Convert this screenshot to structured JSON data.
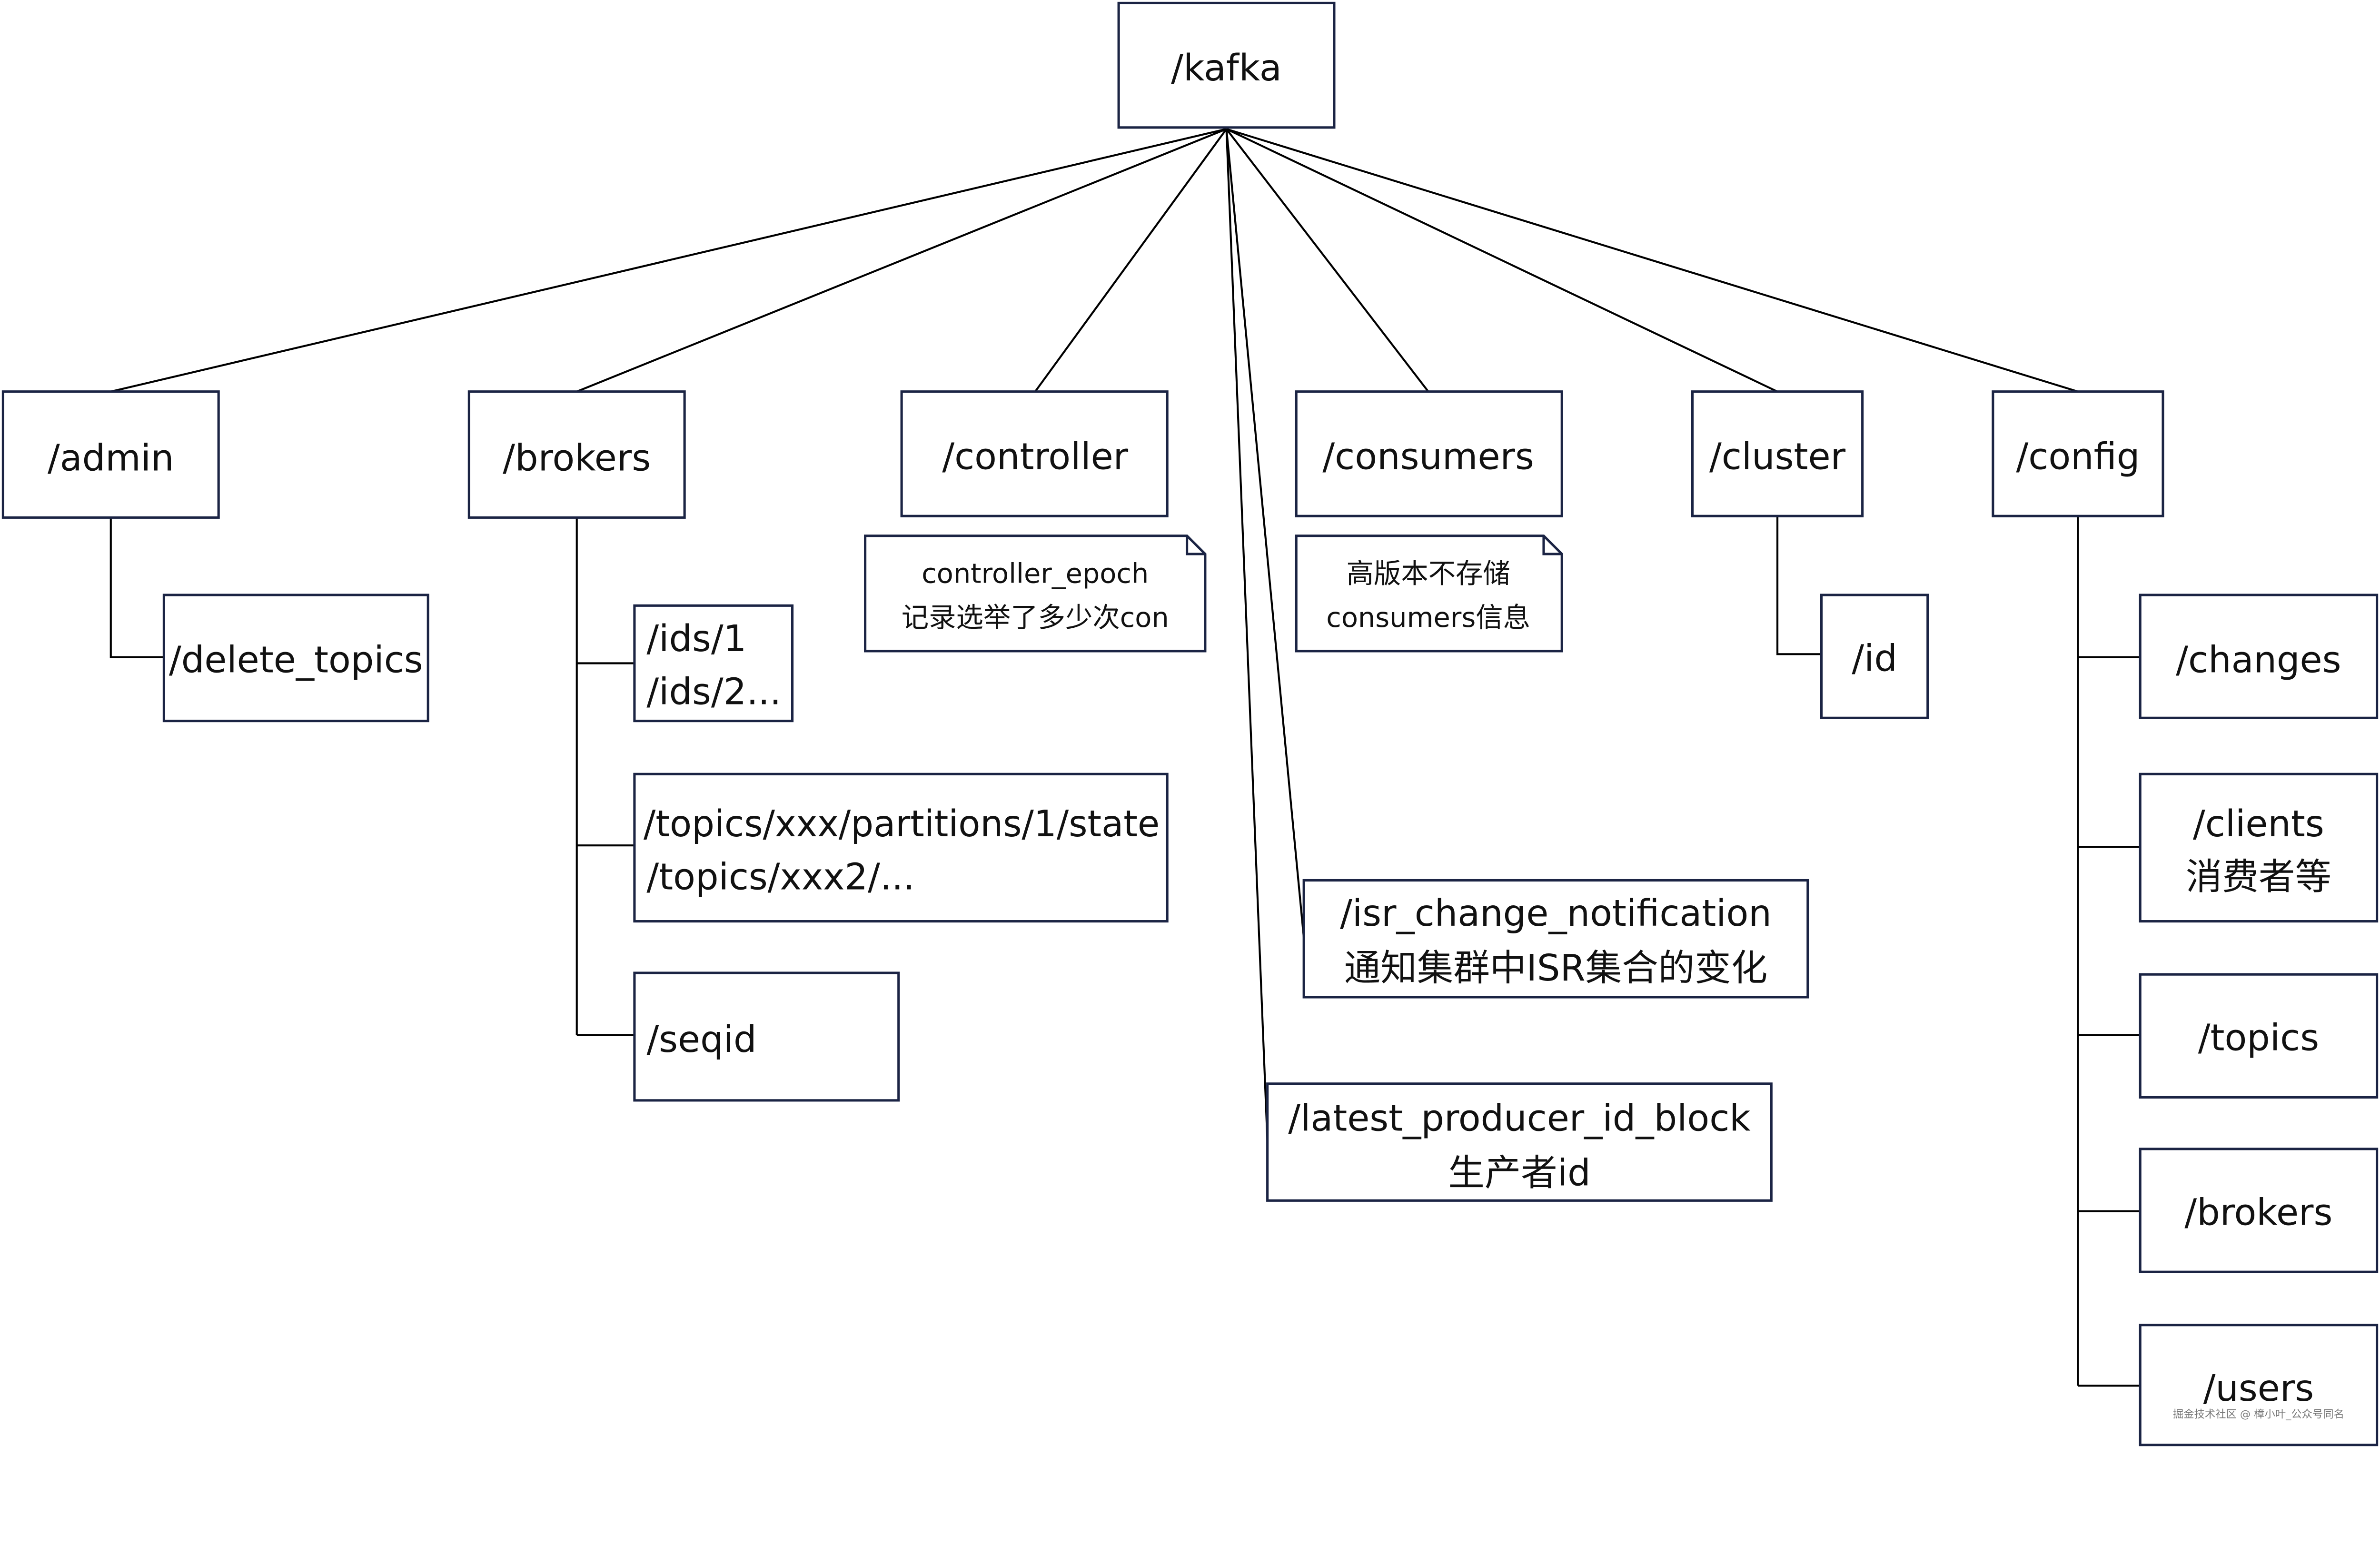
{
  "root": {
    "label": "/kafka"
  },
  "children": {
    "admin": {
      "label": "/admin",
      "children": [
        "/delete_topics"
      ]
    },
    "brokers": {
      "label": "/brokers",
      "children": [
        [
          "/ids/1",
          "/ids/2..."
        ],
        [
          "/topics/xxx/partitions/1/state",
          "/topics/xxx2/..."
        ],
        [
          "/seqid"
        ]
      ]
    },
    "controller": {
      "label": "/controller",
      "note": [
        "controller_epoch",
        "记录选举了多少次con"
      ]
    },
    "consumers": {
      "label": "/consumers",
      "note": [
        "高版本不存储",
        "consumers信息"
      ]
    },
    "isr": {
      "label": [
        "/isr_change_notification",
        "通知集群中ISR集合的变化"
      ]
    },
    "latest": {
      "label": [
        "/latest_producer_id_block",
        "生产者id"
      ]
    },
    "cluster": {
      "label": "/cluster",
      "children": [
        "/id"
      ]
    },
    "config": {
      "label": "/config",
      "children": [
        [
          "/changes"
        ],
        [
          "/clients",
          "消费者等"
        ],
        [
          "/topics"
        ],
        [
          "/brokers"
        ],
        [
          "/users"
        ]
      ]
    }
  },
  "watermark": "掘金技术社区 @ 樟小叶_公众号同名",
  "colors": {
    "box_border": "#1b2444",
    "line": "#000000",
    "background": "#ffffff"
  }
}
